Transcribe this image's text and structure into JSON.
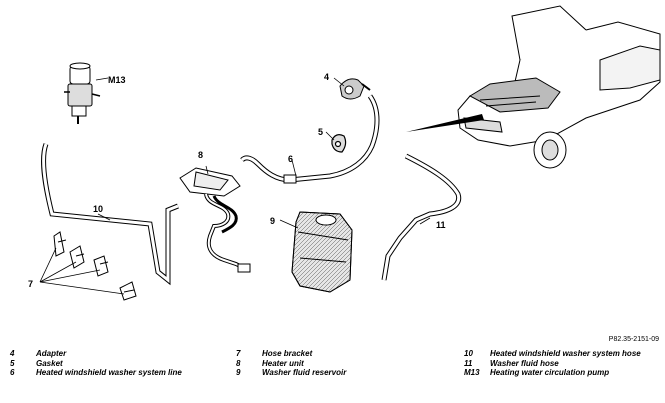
{
  "figure_ref": "P82.35-2151-09",
  "callouts": {
    "c_m13": "M13",
    "c_4": "4",
    "c_5": "5",
    "c_6": "6",
    "c_7": "7",
    "c_8": "8",
    "c_9": "9",
    "c_10": "10",
    "c_11": "11"
  },
  "legend": [
    [
      {
        "num": "4",
        "text": "Adapter"
      },
      {
        "num": "5",
        "text": "Gasket"
      },
      {
        "num": "6",
        "text": "Heated windshield washer system line"
      }
    ],
    [
      {
        "num": "7",
        "text": "Hose bracket"
      },
      {
        "num": "8",
        "text": "Heater unit"
      },
      {
        "num": "9",
        "text": "Washer fluid reservoir"
      }
    ],
    [
      {
        "num": "10",
        "text": "Heated windshield washer system hose"
      },
      {
        "num": "11",
        "text": "Washer fluid hose"
      },
      {
        "num": "M13",
        "text": "Heating water circulation pump"
      }
    ]
  ]
}
